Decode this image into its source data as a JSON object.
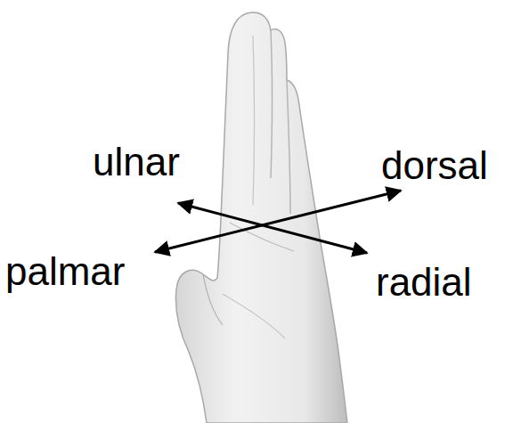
{
  "diagram": {
    "labels": [
      "ulnar",
      "dorsal",
      "palmar",
      "radial"
    ]
  }
}
